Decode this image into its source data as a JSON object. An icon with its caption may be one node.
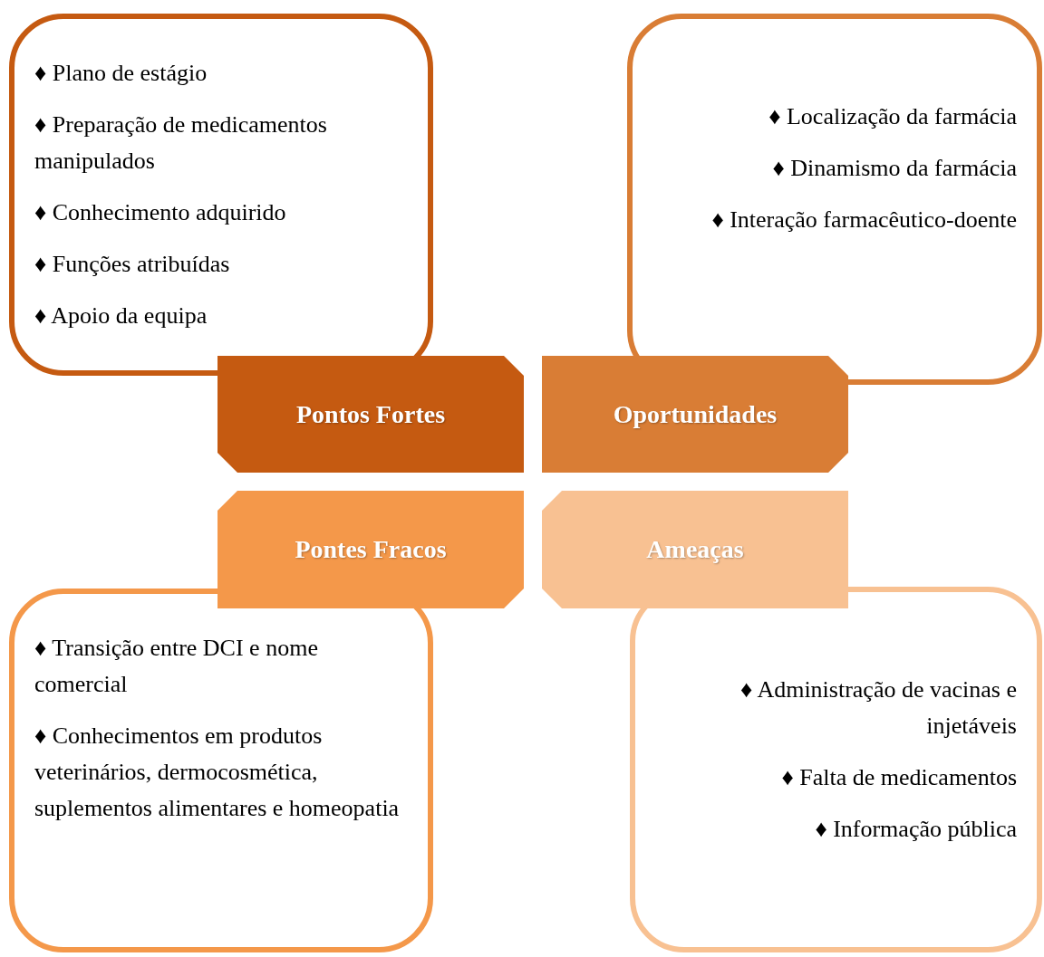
{
  "diagram": {
    "nodes": [
      {
        "text": [
          "♦ Plano de estágio",
          "♦ Preparação de medicamentos manipulados",
          "♦ Conhecimento adquirido",
          "♦ Funções atribuídas",
          "♦ Apoio da equipa"
        ]
      },
      {
        "text": [
          "♦ Localização da farmácia",
          "♦ Dinamismo da farmácia",
          "♦ Interação farmacêutico-doente"
        ]
      },
      {
        "text": [
          "Pontos Fortes"
        ]
      },
      {
        "text": [
          "Oportunidades"
        ]
      },
      {
        "text": [
          "Pontes Fracos"
        ]
      },
      {
        "text": [
          "Ameaças"
        ]
      },
      {
        "text": [
          "♦ Transição entre DCI e nome comercial",
          "♦ Conhecimentos em produtos veterinários, dermocosmética, suplementos alimentares e homeopatia"
        ]
      },
      {
        "text": [
          "♦ Administração de vacinas e injetáveis",
          "♦ Falta de medicamentos",
          "♦ Informação pública"
        ]
      }
    ]
  }
}
